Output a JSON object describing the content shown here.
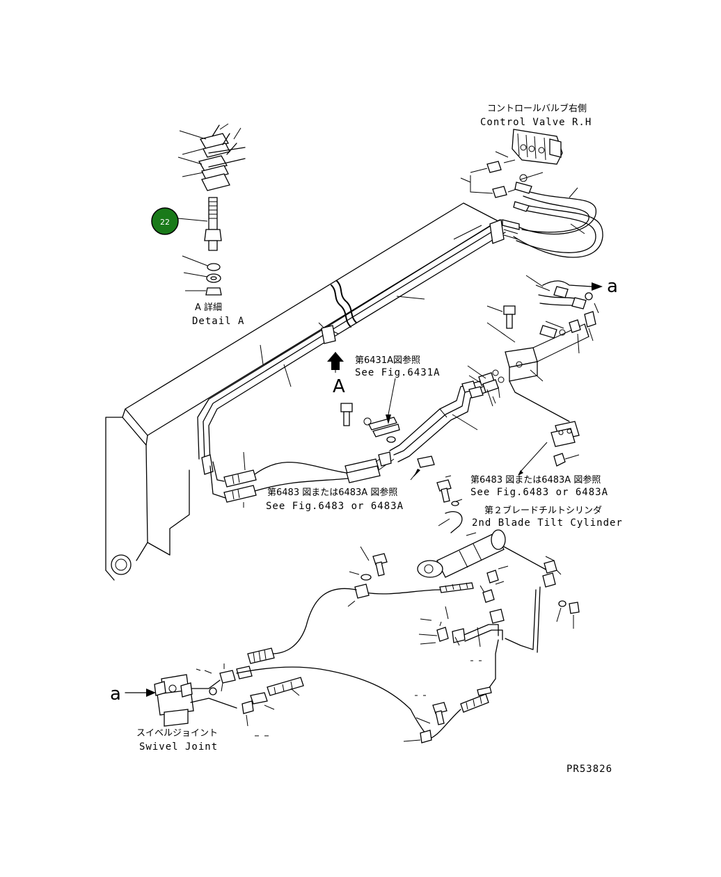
{
  "labels": {
    "control_valve_jp": "コントロールバルブ右側",
    "control_valve_en": "Control Valve R.H",
    "detail_a_jp": "A 詳細",
    "detail_a_en": "Detail A",
    "fig6431_jp": "第6431A図参照",
    "fig6431_en": "See Fig.6431A",
    "fig6483_left_jp": "第6483 図または6483A 図参照",
    "fig6483_left_en": "See Fig.6483 or 6483A",
    "fig6483_right_jp": "第6483 図または6483A 図参照",
    "fig6483_right_en": "See Fig.6483 or 6483A",
    "tilt_cyl_jp": "第２ブレードチルトシリンダ",
    "tilt_cyl_en": "2nd Blade Tilt Cylinder",
    "swivel_jp": "スイベルジョイント",
    "swivel_en": "Swivel Joint",
    "view_a": "A",
    "conn_a_right": "a",
    "conn_a_left": "a",
    "drawing_no": "PR53826"
  },
  "callouts": [
    {
      "id": "22",
      "label": "22",
      "color": "#1a7a1a"
    }
  ]
}
